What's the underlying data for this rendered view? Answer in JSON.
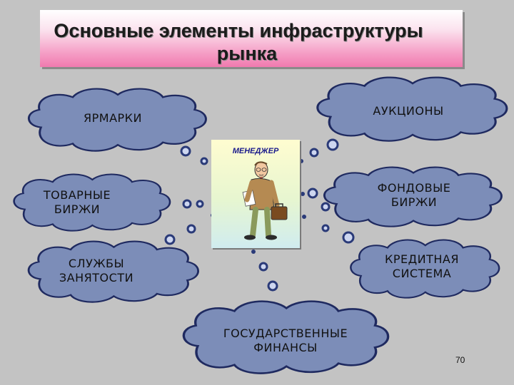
{
  "title": {
    "line1": "Основные элементы инфраструктуры",
    "line2": "рынка"
  },
  "center": {
    "label": "МЕНЕДЖЕР",
    "figure_icon": "manager-figure"
  },
  "elements": {
    "fairs": "ЯРМАРКИ",
    "auctions": "АУКЦИОНЫ",
    "commodity_exchanges": "ТОВАРНЫЕ\nБИРЖИ",
    "stock_exchanges": "ФОНДОВЫЕ\nБИРЖИ",
    "employment_services": "СЛУЖБЫ\nЗАНЯТОСТИ",
    "credit_system": "КРЕДИТНАЯ\nСИСТЕМА",
    "public_finance": "ГОСУДАРСТВЕННЫЕ\nФИНАНСЫ"
  },
  "page_number": "70",
  "colors": {
    "cloud_fill": "#7c8db8",
    "cloud_stroke": "#1f2a60",
    "background": "#c3c3c3",
    "title_pink": "#f07aaf"
  }
}
